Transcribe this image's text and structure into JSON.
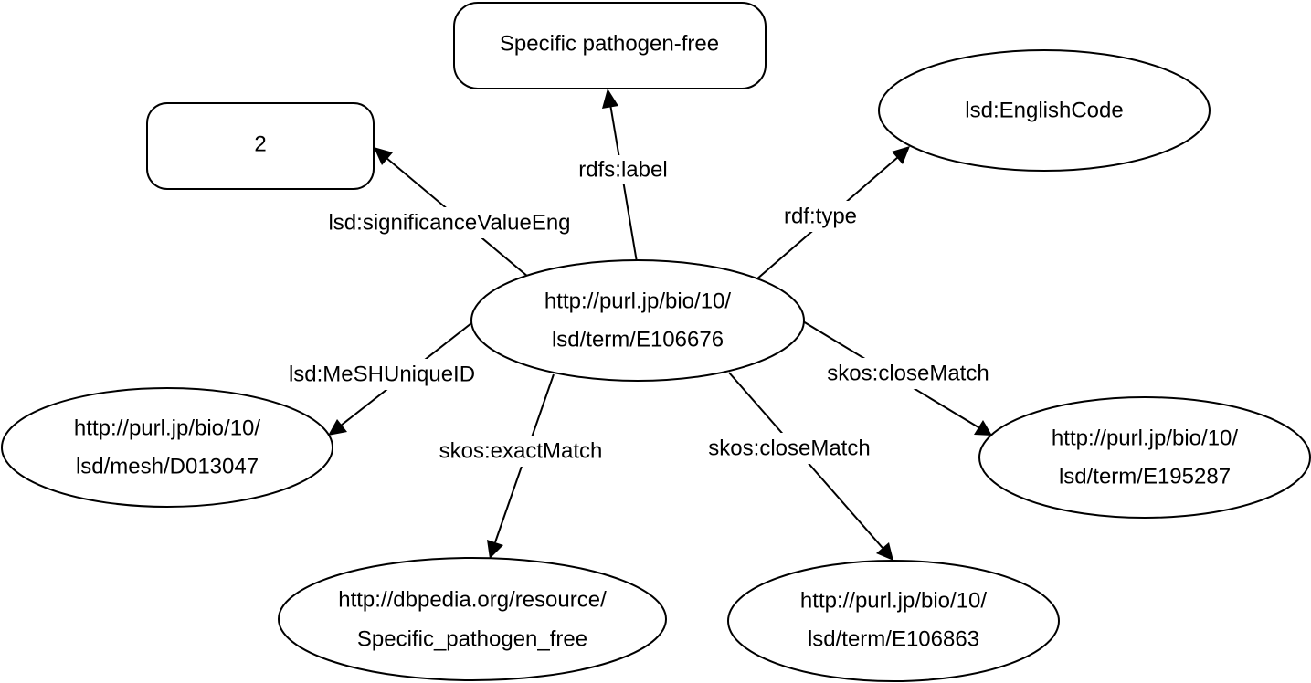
{
  "nodes": {
    "center": {
      "shape": "ellipse",
      "lines": [
        "http://purl.jp/bio/10/",
        "lsd/term/E106676"
      ]
    },
    "label_literal": {
      "shape": "rounded-rect",
      "lines": [
        "Specific pathogen-free"
      ]
    },
    "significance_literal": {
      "shape": "rounded-rect",
      "lines": [
        "2"
      ]
    },
    "english_code": {
      "shape": "ellipse",
      "lines": [
        "lsd:EnglishCode"
      ]
    },
    "mesh": {
      "shape": "ellipse",
      "lines": [
        "http://purl.jp/bio/10/",
        "lsd/mesh/D013047"
      ]
    },
    "dbpedia": {
      "shape": "ellipse",
      "lines": [
        "http://dbpedia.org/resource/",
        "Specific_pathogen_free"
      ]
    },
    "term_e106863": {
      "shape": "ellipse",
      "lines": [
        "http://purl.jp/bio/10/",
        "lsd/term/E106863"
      ]
    },
    "term_e195287": {
      "shape": "ellipse",
      "lines": [
        "http://purl.jp/bio/10/",
        "lsd/term/E195287"
      ]
    }
  },
  "edges": {
    "rdfs_label": {
      "label": "rdfs:label",
      "from": "center",
      "to": "label_literal"
    },
    "significance": {
      "label": "lsd:significanceValueEng",
      "from": "center",
      "to": "significance_literal"
    },
    "rdf_type": {
      "label": "rdf:type",
      "from": "center",
      "to": "english_code"
    },
    "mesh_id": {
      "label": "lsd:MeSHUniqueID",
      "from": "center",
      "to": "mesh"
    },
    "exact_match": {
      "label": "skos:exactMatch",
      "from": "center",
      "to": "dbpedia"
    },
    "close_match_1": {
      "label": "skos:closeMatch",
      "from": "center",
      "to": "term_e106863"
    },
    "close_match_2": {
      "label": "skos:closeMatch",
      "from": "center",
      "to": "term_e195287"
    }
  }
}
